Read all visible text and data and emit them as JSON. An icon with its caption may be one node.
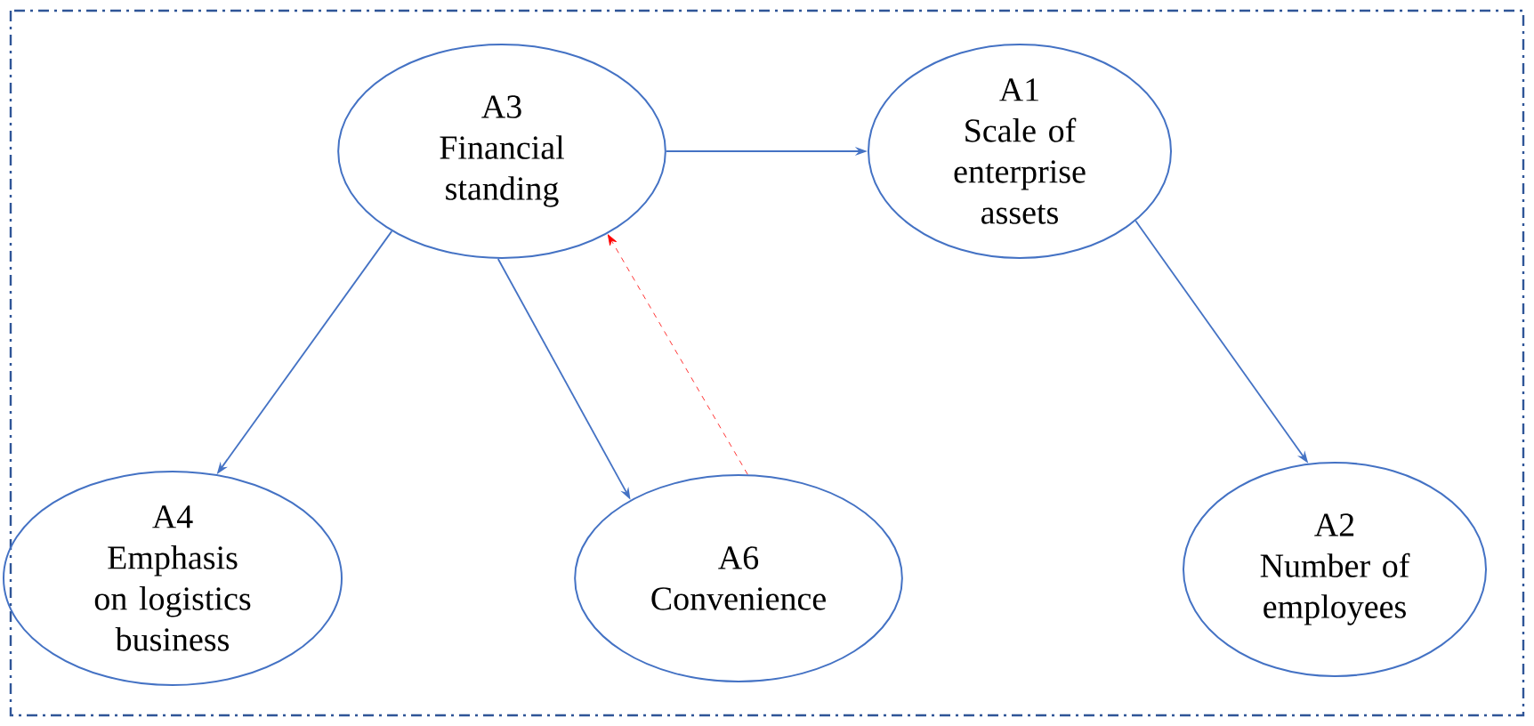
{
  "diagram": {
    "nodes": [
      {
        "text": [
          "A3",
          "Financial standing"
        ]
      },
      {
        "text": [
          "A1",
          "Scale of enterprise assets"
        ]
      },
      {
        "text": [
          "A4",
          "Emphasis on logistics business"
        ]
      },
      {
        "text": [
          "A6",
          "Convenience"
        ]
      },
      {
        "text": [
          "A2",
          "Number of employees"
        ]
      }
    ],
    "edges": [
      {
        "from": 0,
        "to": 1,
        "arrow": "to"
      },
      {
        "from": 0,
        "to": 2,
        "arrow": "to"
      },
      {
        "from": 0,
        "to": 3,
        "arrow": "to"
      },
      {
        "from": 3,
        "to": 0,
        "arrow": "to",
        "style": "dashed",
        "color": "#ff0000"
      },
      {
        "from": 1,
        "to": 4,
        "arrow": "to"
      }
    ]
  }
}
